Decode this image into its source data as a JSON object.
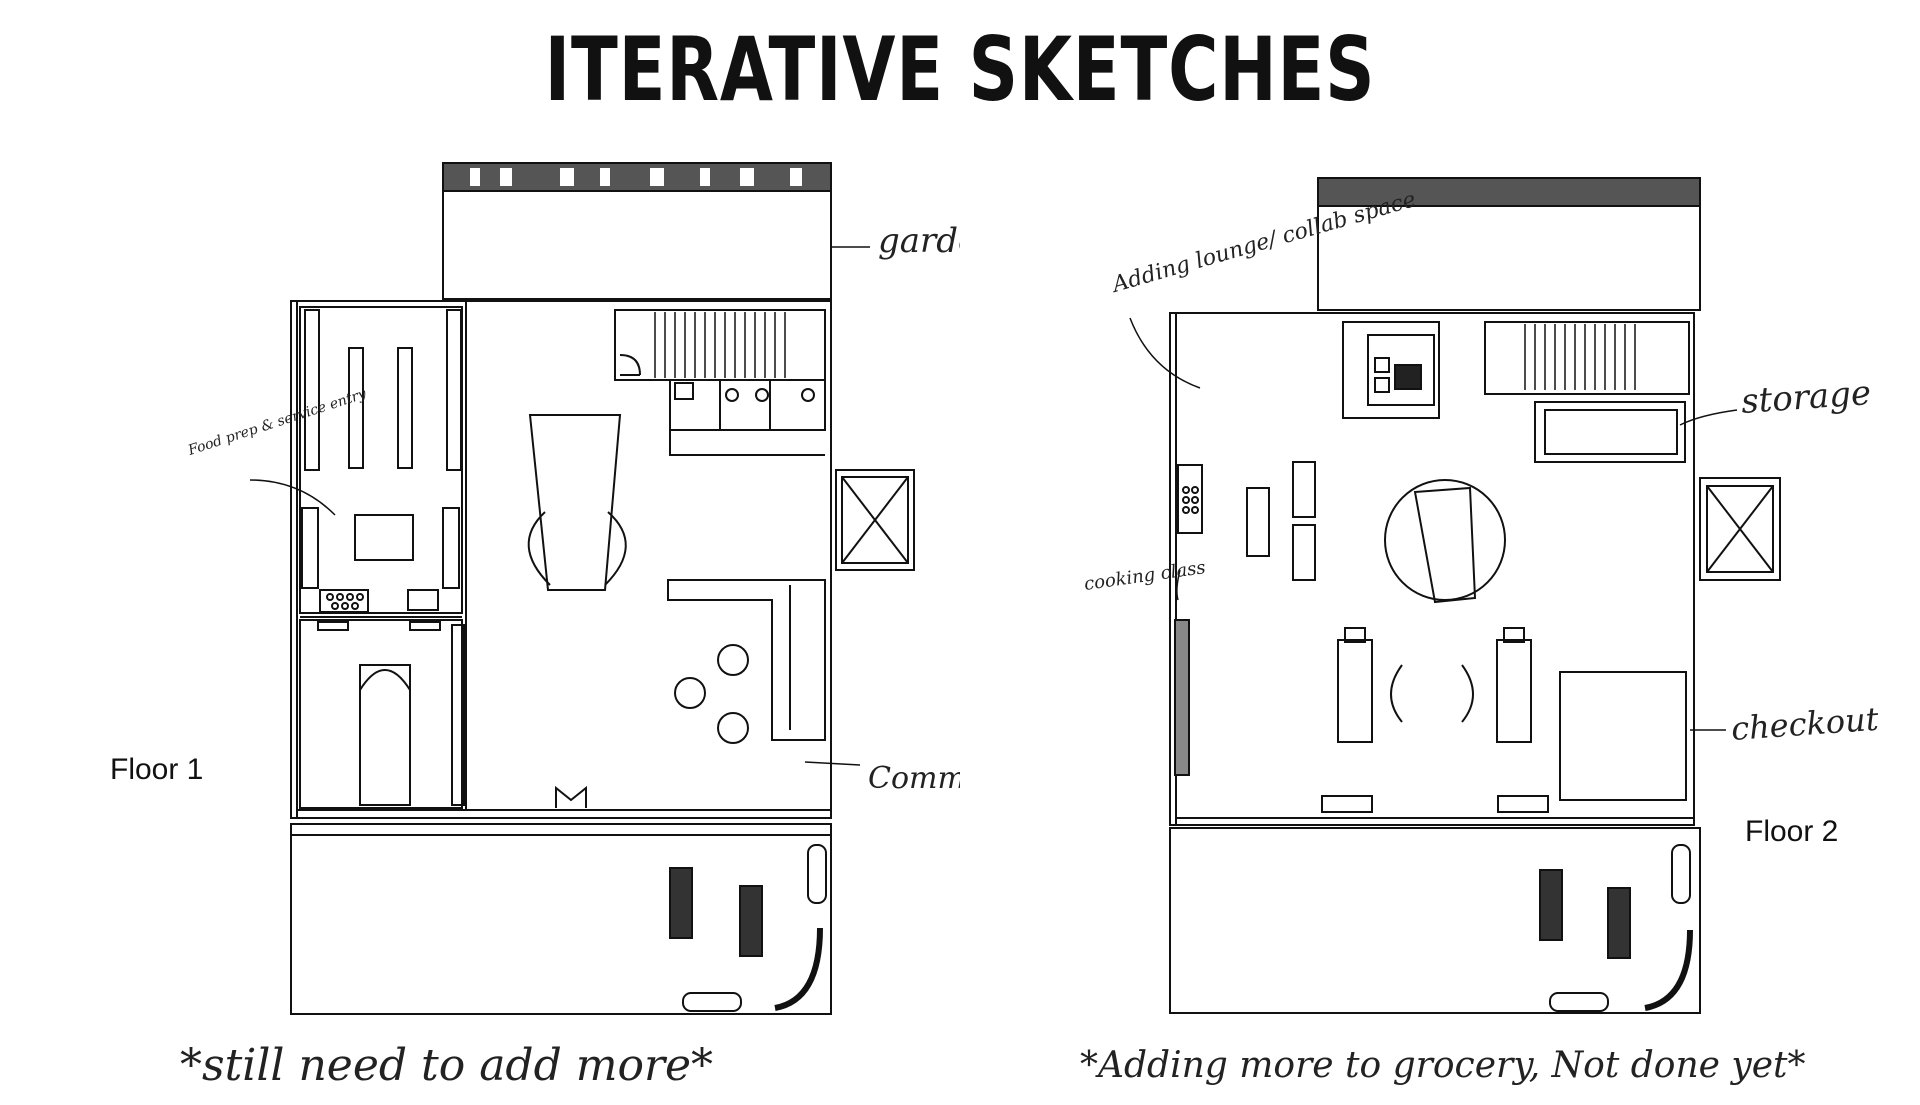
{
  "title": "ITERATIVE SKETCHES",
  "floor1": {
    "label": "Floor 1",
    "annotations": {
      "garden": "garden",
      "food_prep": "Food prep & service entry",
      "community": "Communit Area"
    },
    "footnote": "*still need to add more*"
  },
  "floor2": {
    "label": "Floor 2",
    "annotations": {
      "lounge": "Adding lounge/ collab space",
      "storage": "storage",
      "cooking": "cooking class",
      "checkout": "checkout"
    },
    "footnote": "*Adding more to grocery, Not done yet*"
  },
  "colors": {
    "ink": "#111111",
    "paper": "#ffffff"
  }
}
